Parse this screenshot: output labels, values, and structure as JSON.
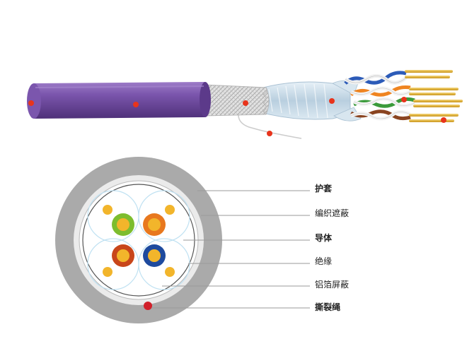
{
  "colors": {
    "jacket": "#6e4a9e",
    "jacket_highlight": "#8a67b8",
    "jacket_shadow": "#4d2f76",
    "braid": "#d6d6d6",
    "foil": "#cfe0ec",
    "copper": "#e0b23a",
    "marker": "#e8341c",
    "section_outer": "#a9a9a9",
    "section_inner": "#eeeeee",
    "pair_outline": "#bde0f0",
    "leader_line": "#999999",
    "pair_green": "#7dbd2e",
    "pair_orange": "#e8781e",
    "pair_brown": "#c8461a",
    "pair_blue": "#1e4a9e",
    "pair_white": "#f2f2f2"
  },
  "icons": {
    "cable_side_view": "cable-illustration",
    "cross_section": "cross-section-illustration"
  },
  "labels": [
    {
      "id": "jacket",
      "text": "护套"
    },
    {
      "id": "braid",
      "text": "编织遮蔽"
    },
    {
      "id": "conductor",
      "text": "导体"
    },
    {
      "id": "insulation",
      "text": "绝缘"
    },
    {
      "id": "foil",
      "text": "铝箔屏蔽"
    },
    {
      "id": "ripcord",
      "text": "撕裂绳"
    }
  ]
}
